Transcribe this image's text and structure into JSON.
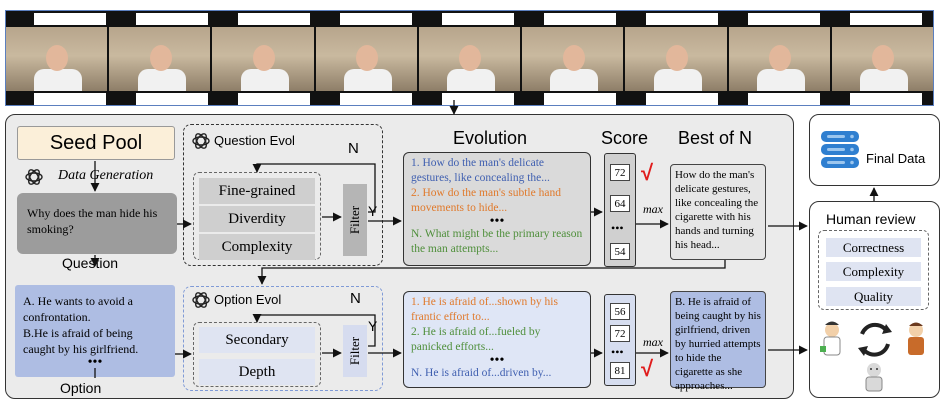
{
  "seed_pool": "Seed Pool",
  "data_generation": "Data Generation",
  "question_box": "Why does the man hide his smoking?",
  "question_label": "Question",
  "option_box": {
    "line1": "A. He wants to avoid a confrontation.",
    "line2": "B.He is afraid of being caught by his girlfriend.",
    "dots": "•••"
  },
  "option_label": "Option",
  "question_evol": {
    "title": "Question Evol",
    "items": [
      "Fine-grained",
      "Diverdity",
      "Complexity"
    ],
    "filter": "Filter",
    "n": "N",
    "y": "Y"
  },
  "option_evol": {
    "title": "Option Evol",
    "items": [
      "Secondary",
      "Depth"
    ],
    "filter": "Filter",
    "n": "N",
    "y": "Y"
  },
  "evolution_header": "Evolution",
  "score_header": "Score",
  "best_header": "Best of N",
  "evolution_q": {
    "line1": "1. How do the man's delicate gestures, like concealing the...",
    "line2": "2. How do the man's subtle hand movements  to  hide...",
    "dots": "•••",
    "line3": "N. What might be the primary reason the man attempts..."
  },
  "evolution_o": {
    "line1": "1. He is afraid of...shown by his frantic effort to...",
    "line2": "2. He is afraid of...fueled by panicked efforts...",
    "dots": "•••",
    "line3": "N. He is afraid of...driven by..."
  },
  "scores_q": [
    "72",
    "64",
    "•••",
    "54"
  ],
  "scores_o": [
    "56",
    "72",
    "•••",
    "81"
  ],
  "check": "√",
  "max": "max",
  "best_q": "How do the man's delicate gestures, like concealing the cigarette with his hands and turning his head...",
  "best_o": "B. He is afraid of being caught by his girlfriend, driven by hurried attempts to hide the cigarette as she approaches...",
  "final_data": "Final Data",
  "human_review": {
    "title": "Human review",
    "items": [
      "Correctness",
      "Complexity",
      "Quality"
    ]
  },
  "colors": {
    "question_blue": "#3f5fb0",
    "orange": "#e07a2c",
    "green": "#4f8f3b",
    "check_red": "#e01c1c"
  }
}
